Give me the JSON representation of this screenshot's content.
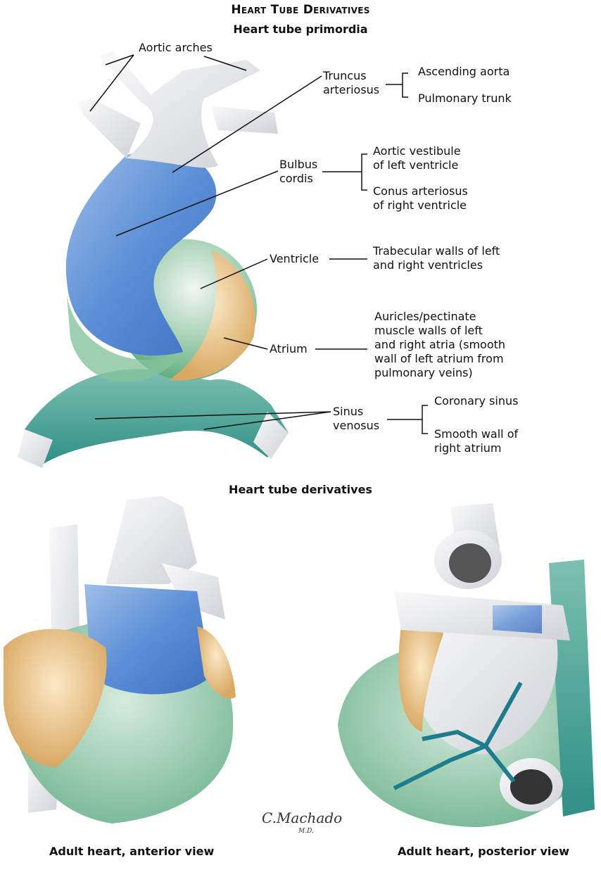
{
  "title": "Heart Tube Derivatives",
  "sections": {
    "primordia_heading": "Heart tube primordia",
    "derivatives_heading": "Heart tube derivatives"
  },
  "labels": {
    "aortic_arches": "Aortic arches",
    "truncus": {
      "name": "Truncus\narteriosus",
      "derivatives": [
        "Ascending aorta",
        "Pulmonary trunk"
      ]
    },
    "bulbus": {
      "name": "Bulbus\ncordis",
      "derivatives": [
        "Aortic vestibule\nof left ventricle",
        "Conus arteriosus\nof right ventricle"
      ]
    },
    "ventricle": {
      "name": "Ventricle",
      "derivatives": [
        "Trabecular walls of left\nand right ventricles"
      ]
    },
    "atrium": {
      "name": "Atrium",
      "derivatives": [
        "Auricles/pectinate\nmuscle walls of left\nand right atria (smooth\nwall of left atrium from\npulmonary veins)"
      ]
    },
    "sinus": {
      "name": "Sinus\nvenosus",
      "derivatives": [
        "Coronary sinus",
        "Smooth wall of\nright atrium"
      ]
    }
  },
  "captions": {
    "anterior": "Adult heart, anterior view",
    "posterior": "Adult heart, posterior view"
  },
  "signature": {
    "name": "C.Machado",
    "suffix": "M.D."
  },
  "colors": {
    "truncus": "#eef0f4",
    "bulbus": "#5b8fd6",
    "ventricle": "#8fc7a6",
    "atrium": "#e8c48a",
    "sinus": "#4fa89a",
    "coronary": "#1e7c8c"
  }
}
